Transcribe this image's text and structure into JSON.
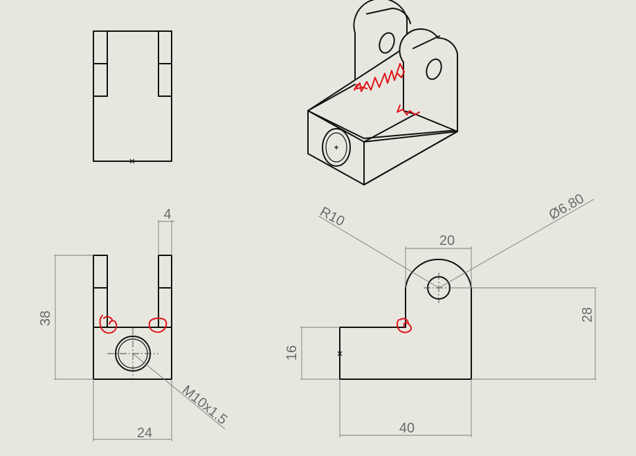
{
  "colors": {
    "paper": "#e8e7df",
    "object_line": "#111111",
    "dimension": "#7a7a7a",
    "markup": "#e0141b"
  },
  "front_view": {
    "dim_height": "38",
    "dim_slot": "4",
    "dim_width": "24",
    "thread_callout": "M10x1.5"
  },
  "side_view": {
    "dim_radius": "R10",
    "dim_hole": "Ø6.80",
    "dim_top": "20",
    "dim_hole_height": "28",
    "dim_base_height": "16",
    "dim_length": "40"
  }
}
